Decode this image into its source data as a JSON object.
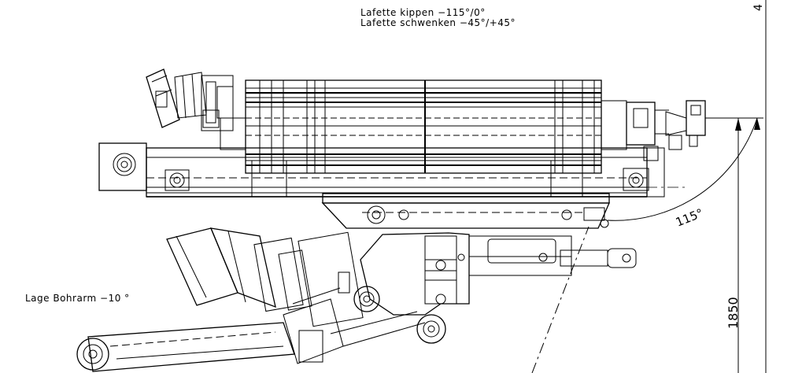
{
  "notes": {
    "tilt": "Lafette kippen −115°/0°",
    "swing": "Lafette schwenken −45°/+45°",
    "boom_position": "Lage Bohrarm −10 °"
  },
  "dimensions": {
    "angle": "115°",
    "height": "1850",
    "edge_fragment": "4"
  },
  "colors": {
    "line": "#000000",
    "background": "#ffffff"
  }
}
